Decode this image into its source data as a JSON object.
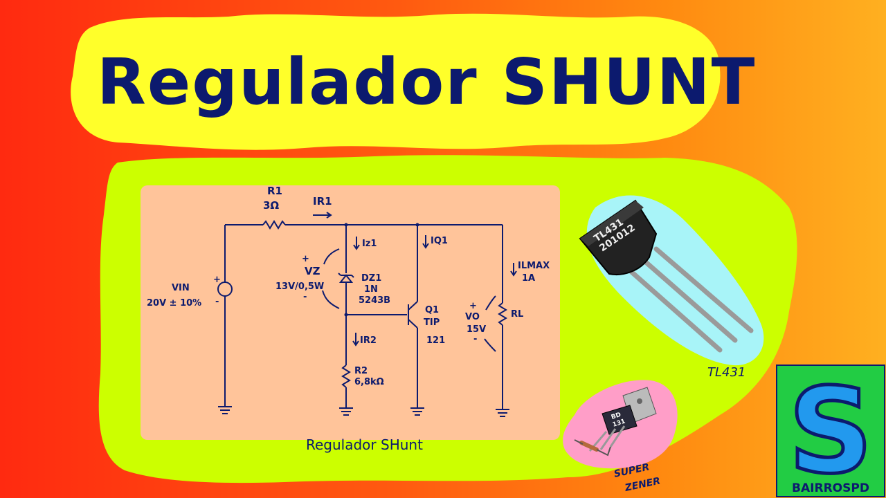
{
  "title": "Regulador SHUNT",
  "circuit": {
    "caption": "Regulador SHunt",
    "r1": {
      "name": "R1",
      "value": "3Ω"
    },
    "ir1": "IR1",
    "iz1": "Iz1",
    "iq1": "IQ1",
    "ilmax": {
      "name": "ILMAX",
      "value": "1A"
    },
    "vin": {
      "name": "VIN",
      "value": "20V ± 10%"
    },
    "vz": {
      "plus": "+",
      "name": "VZ",
      "value": "13V/0,5W",
      "minus": "-"
    },
    "dz1": {
      "name": "DZ1",
      "part1": "1N",
      "part2": "5243B"
    },
    "q1": {
      "name": "Q1",
      "part1": "TIP",
      "part2": "121"
    },
    "ir2": "IR2",
    "r2": {
      "name": "R2",
      "value": "6,8kΩ"
    },
    "vo": {
      "plus": "+",
      "name": "VO",
      "value": "15V",
      "minus": "-"
    },
    "rl": "RL",
    "src_plus": "+",
    "src_minus": "-"
  },
  "tl431": {
    "marking1": "TL431",
    "marking2": "201012",
    "label": "TL431"
  },
  "super_zener": {
    "chip_line1": "BD",
    "chip_line2": "131",
    "line1": "SUPER",
    "line2": "ZENER"
  },
  "logo": {
    "letter": "S",
    "brand": "BAIRROSPD"
  },
  "colors": {
    "title_text": "#0c1a6e",
    "title_blob": "#ffff2a",
    "green_blob": "#ccff00",
    "panel": "#ffc49a",
    "cyan_blob": "#a8f4f8",
    "pink_blob": "#ff9ec8",
    "logo_green": "#22cc44",
    "logo_blue": "#2299ee"
  }
}
